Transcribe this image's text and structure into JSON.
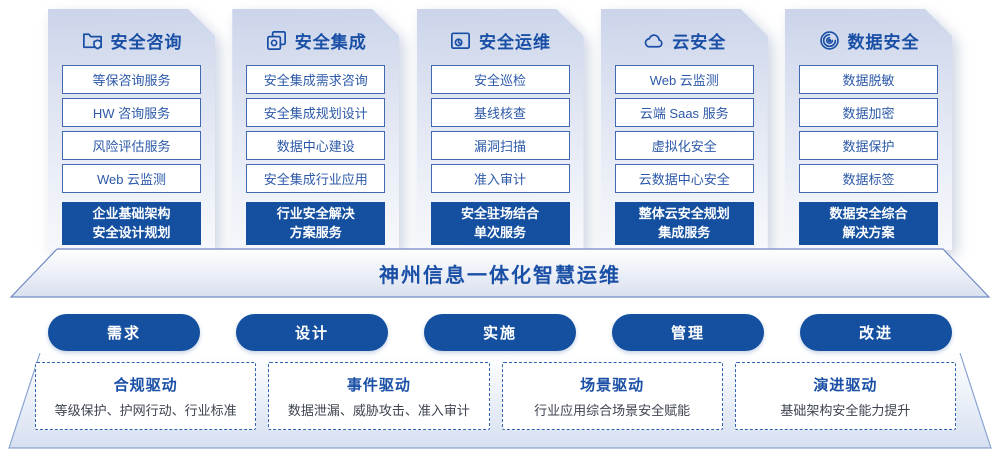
{
  "colors": {
    "primary_blue": "#14509f",
    "heading_blue": "#1a4fa6",
    "item_border_blue": "#4069b0",
    "dashed_border_blue": "#2f62b0",
    "card_gradient_top": "#cbd4ea",
    "card_gradient_bottom": "#f6f8fc"
  },
  "columns": [
    {
      "title": "安全咨询",
      "icon": "folder-shield-icon",
      "items": [
        "等保咨询服务",
        "HW 咨询服务",
        "风险评估服务",
        "Web 云监测"
      ],
      "highlight_line1": "企业基础架构",
      "highlight_line2": "安全设计规划"
    },
    {
      "title": "安全集成",
      "icon": "copy-docs-icon",
      "items": [
        "安全集成需求咨询",
        "安全集成规划设计",
        "数据中心建设",
        "安全集成行业应用"
      ],
      "highlight_line1": "行业安全解决",
      "highlight_line2": "方案服务"
    },
    {
      "title": "安全运维",
      "icon": "folder-clock-icon",
      "items": [
        "安全巡检",
        "基线核查",
        "漏洞扫描",
        "准入审计"
      ],
      "highlight_line1": "安全驻场结合",
      "highlight_line2": "单次服务"
    },
    {
      "title": "云安全",
      "icon": "cloud-icon",
      "items": [
        "Web 云监测",
        "云端 Saas 服务",
        "虚拟化安全",
        "云数据中心安全"
      ],
      "highlight_line1": "整体云安全规划",
      "highlight_line2": "集成服务"
    },
    {
      "title": "数据安全",
      "icon": "spiral-icon",
      "items": [
        "数据脱敏",
        "数据加密",
        "数据保护",
        "数据标签"
      ],
      "highlight_line1": "数据安全综合",
      "highlight_line2": "解决方案"
    }
  ],
  "banner": {
    "title": "神州信息一体化智慧运维"
  },
  "process_steps": [
    "需求",
    "设计",
    "实施",
    "管理",
    "改进"
  ],
  "drivers": [
    {
      "title": "合规驱动",
      "desc": "等级保护、护网行动、行业标准"
    },
    {
      "title": "事件驱动",
      "desc": "数据泄漏、威胁攻击、准入审计"
    },
    {
      "title": "场景驱动",
      "desc": "行业应用综合场景安全赋能"
    },
    {
      "title": "演进驱动",
      "desc": "基础架构安全能力提升"
    }
  ]
}
